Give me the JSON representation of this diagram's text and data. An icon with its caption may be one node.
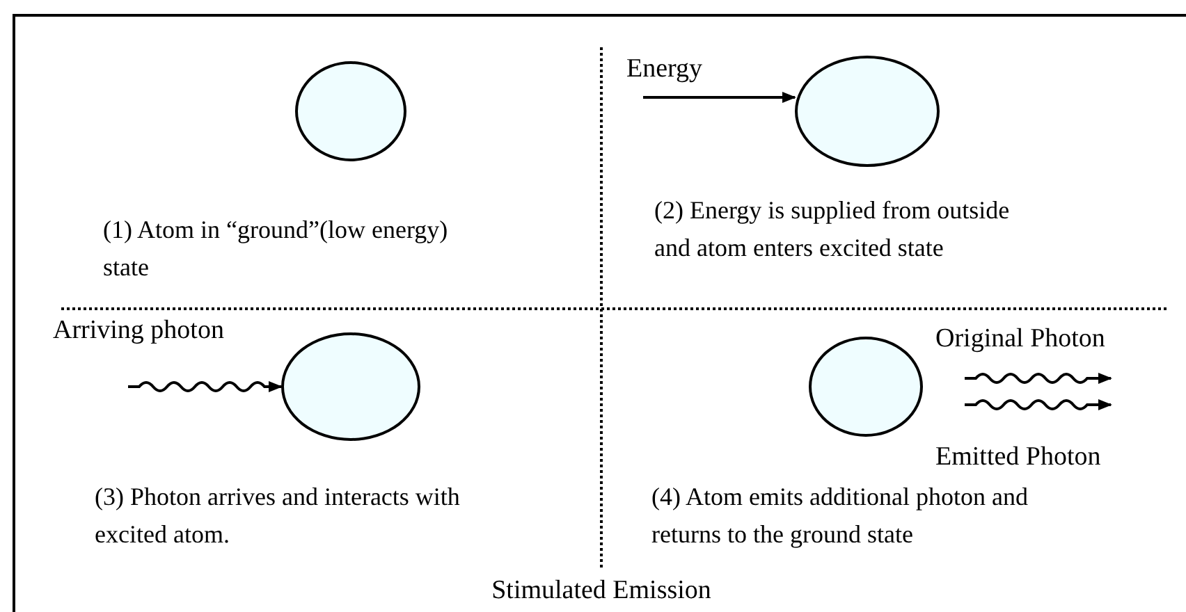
{
  "diagram": {
    "caption": "Stimulated Emission",
    "nodes": [
      {
        "text": [],
        "shape": "circle"
      },
      {
        "text": [
          "Energy"
        ]
      },
      {
        "text": [],
        "shape": "circle"
      },
      {
        "text": [],
        "shape": "circle"
      },
      {
        "text": [],
        "shape": "circle"
      }
    ],
    "edges": [
      {
        "from": 1,
        "to": 2,
        "arrow": "to"
      },
      {
        "from": null,
        "to": 3,
        "arrow": "to",
        "label": "Arriving photon"
      },
      {
        "from": 4,
        "to": null,
        "arrow": "to",
        "label": "Original Photon"
      },
      {
        "from": 4,
        "to": null,
        "arrow": "to",
        "label": "Emitted Photon"
      }
    ],
    "labels": [
      "(1) Atom in “ground”(low energy) state",
      "(2) Energy is supplied from outside and atom enters excited state",
      "(3) Photon arrives and interacts with excited atom.",
      "(4) Atom emits additional photon and returns to the ground state"
    ]
  }
}
